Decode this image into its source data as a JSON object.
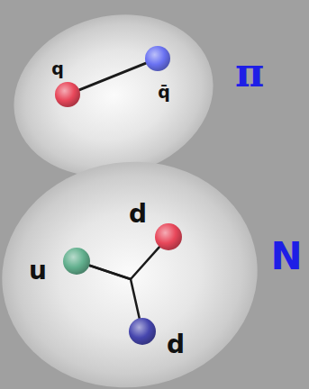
{
  "diagram": {
    "nodes": [
      {
        "text": [
          "π"
        ]
      },
      {
        "text": [
          "q"
        ],
        "in": 0
      },
      {
        "text": [
          "q̄"
        ],
        "in": 0
      },
      {
        "text": [
          "N"
        ]
      },
      {
        "text": [
          "u"
        ],
        "in": 3
      },
      {
        "text": [
          "d"
        ],
        "in": 3
      },
      {
        "text": [
          "d"
        ],
        "in": 3
      }
    ],
    "edges": [
      {
        "from": 1,
        "to": 2,
        "arrow": "none"
      },
      {
        "from": 4,
        "to": 5,
        "arrow": "none"
      },
      {
        "from": 4,
        "to": 6,
        "arrow": "none"
      }
    ]
  }
}
